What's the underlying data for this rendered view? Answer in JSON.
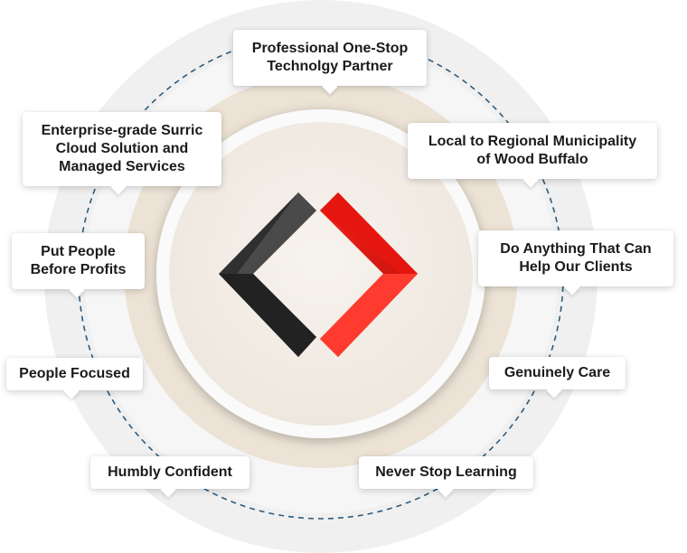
{
  "colors": {
    "outer_ring": "#efefef",
    "middle_ring": "#f5f5f5",
    "beige_ring": "#ede3d6",
    "inner_disc": "#f3eee8",
    "dashed_circle": "#2f5a7a",
    "logo_dark": "#2b2b2b",
    "logo_red": "#e0120c"
  },
  "logo": {
    "icon": "two-chevrons-diamond-logo-icon"
  },
  "callouts": {
    "professional": "Professional One-Stop\nTechnolgy Partner",
    "enterprise": "Enterprise-grade Surric\nCloud Solution and\nManaged Services",
    "local": "Local to Regional Municipality\nof Wood Buffalo",
    "put_people": "Put People\nBefore Profits",
    "do_anything": "Do Anything That Can\nHelp Our Clients",
    "people_focused": "People Focused",
    "genuinely_care": "Genuinely Care",
    "humbly_confident": "Humbly Confident",
    "never_stop": "Never Stop Learning"
  }
}
